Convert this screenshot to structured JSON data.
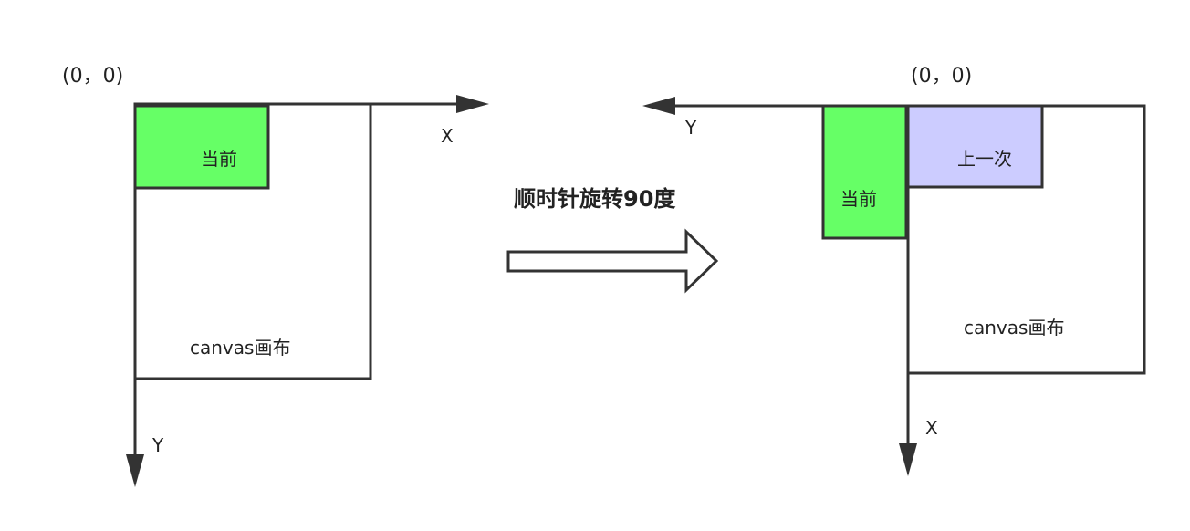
{
  "left_diagram": {
    "origin_label": "(0，0)",
    "x_axis_label": "X",
    "y_axis_label": "Y",
    "current_box_label": "当前",
    "canvas_label": "canvas画布"
  },
  "middle": {
    "caption": "顺时针旋转90度"
  },
  "right_diagram": {
    "origin_label": "(0，0)",
    "x_axis_label": "X",
    "y_axis_label": "Y",
    "current_box_label": "当前",
    "previous_box_label": "上一次",
    "canvas_label": "canvas画布"
  },
  "colors": {
    "current_fill": "#66ff66",
    "previous_fill": "#ccccff",
    "stroke": "#333333",
    "canvas_fill": "#ffffff"
  }
}
